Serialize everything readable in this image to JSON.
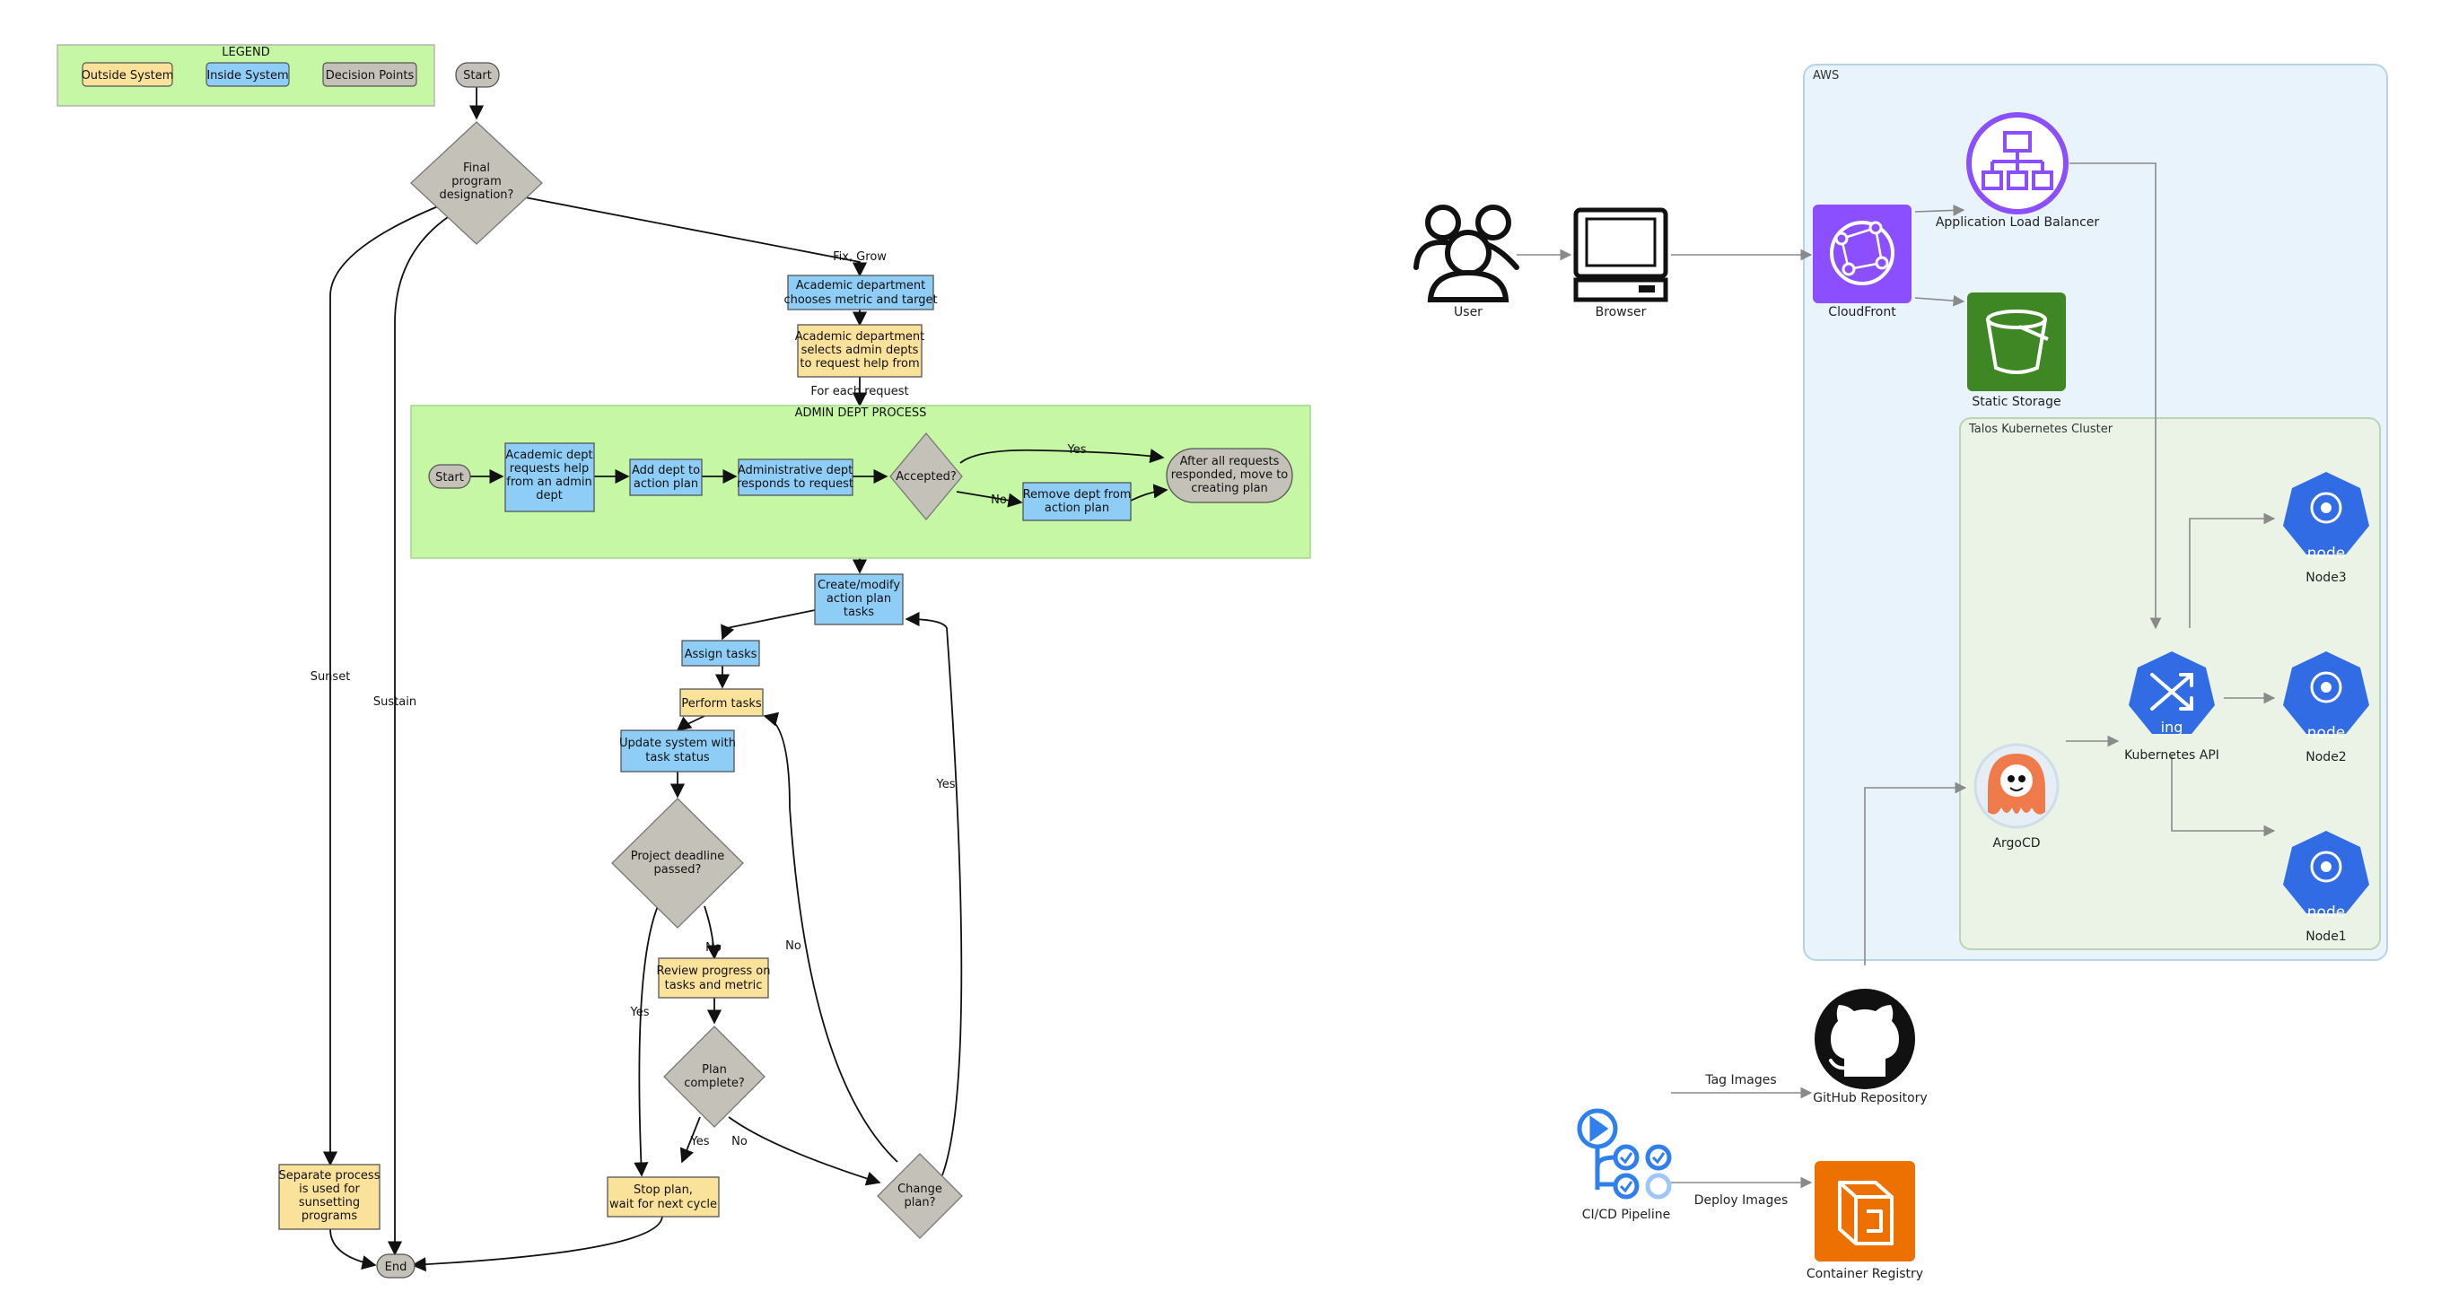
{
  "legend": {
    "title": "LEGEND",
    "items": [
      {
        "label": "Outside System",
        "color": "#fbe29b"
      },
      {
        "label": "Inside System",
        "color": "#8ecdf6"
      },
      {
        "label": "Decision Points",
        "color": "#c4c2b8"
      }
    ]
  },
  "flowchart": {
    "start": "Start",
    "final_designation": [
      "Final",
      "program",
      "designation?"
    ],
    "academic_choose": [
      "Academic department",
      "chooses metric and target"
    ],
    "academic_select": [
      "Academic department",
      "selects admin depts",
      "to request help from"
    ],
    "for_each_request": "For each request",
    "admin_process": {
      "title": "ADMIN DEPT PROCESS",
      "start": "Start",
      "requests_help": [
        "Academic dept",
        "requests help",
        "from an admin",
        "dept"
      ],
      "add_dept": [
        "Add dept to",
        "action plan"
      ],
      "admin_responds": [
        "Administrative dept",
        "responds to request"
      ],
      "accepted": "Accepted?",
      "remove_dept": [
        "Remove dept from",
        "action plan"
      ],
      "after_all": [
        "After all requests",
        "responded, move to",
        "creating plan"
      ],
      "yes": "Yes",
      "no": "No"
    },
    "create_modify": [
      "Create/modify",
      "action plan",
      "tasks"
    ],
    "assign_tasks": "Assign tasks",
    "perform_tasks": "Perform tasks",
    "update_system": [
      "Update system with",
      "task status"
    ],
    "deadline": [
      "Project deadline",
      "passed?"
    ],
    "review_progress": [
      "Review progress on",
      "tasks and metric"
    ],
    "plan_complete": [
      "Plan",
      "complete?"
    ],
    "stop_plan": [
      "Stop plan,",
      "wait for next cycle"
    ],
    "change_plan": [
      "Change",
      "plan?"
    ],
    "separate_process": [
      "Separate process",
      "is used for",
      "sunsetting",
      "programs"
    ],
    "end": "End",
    "labels": {
      "fix_grow": "Fix, Grow",
      "sunset": "Sunset",
      "sustain": "Sustain",
      "yes": "Yes",
      "no": "No"
    }
  },
  "architecture": {
    "aws_label": "AWS",
    "talos_label": "Talos Kubernetes Cluster",
    "nodes": {
      "user": "User",
      "browser": "Browser",
      "cloudfront": "CloudFront",
      "alb": "Application Load Balancer",
      "static_storage": "Static Storage",
      "argocd": "ArgoCD",
      "k8s_api": "Kubernetes API",
      "k8s_api_badge": "ing",
      "node3": "Node3",
      "node2": "Node2",
      "node1": "Node1",
      "node_badge": "node",
      "github": "GitHub Repository",
      "cicd": "CI/CD Pipeline",
      "registry": "Container Registry"
    },
    "edges": {
      "tag_images": "Tag Images",
      "deploy_images": "Deploy Images"
    },
    "colors": {
      "aws_bg": "#e8f3fb",
      "talos_bg": "#eaf3e6",
      "cloudfront": "#8c4fff",
      "alb": "#8c4fff",
      "s3": "#3f8624",
      "k8s": "#326ce5",
      "registry": "#ed7100",
      "argocd": "#ef7b4d",
      "cicd": "#2f80ed"
    }
  }
}
